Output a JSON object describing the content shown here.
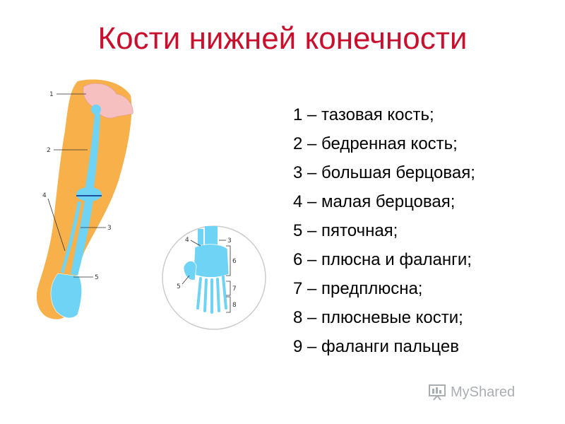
{
  "slide": {
    "title": "Кости нижней конечности",
    "items": [
      "1 – тазовая кость;",
      "2 – бедренная кость;",
      "3 – большая берцовая;",
      "4 – малая берцовая;",
      "5 – пяточная;",
      "6 – плюсна и фаланги;",
      "7 – предплюсна;",
      "8 – плюсневые кости;",
      "9 – фаланги пальцев"
    ]
  },
  "figure_leg": {
    "labels": [
      "1",
      "2",
      "4",
      "3",
      "5"
    ]
  },
  "figure_foot": {
    "labels": [
      "4",
      "3",
      "6",
      "5",
      "7",
      "8"
    ]
  },
  "watermark": {
    "text": "MyShared"
  },
  "colors": {
    "title": "#c8102e",
    "skin": "#f7b04a",
    "bone": "#6fd3f5",
    "pelvis": "#f7c0c0"
  }
}
